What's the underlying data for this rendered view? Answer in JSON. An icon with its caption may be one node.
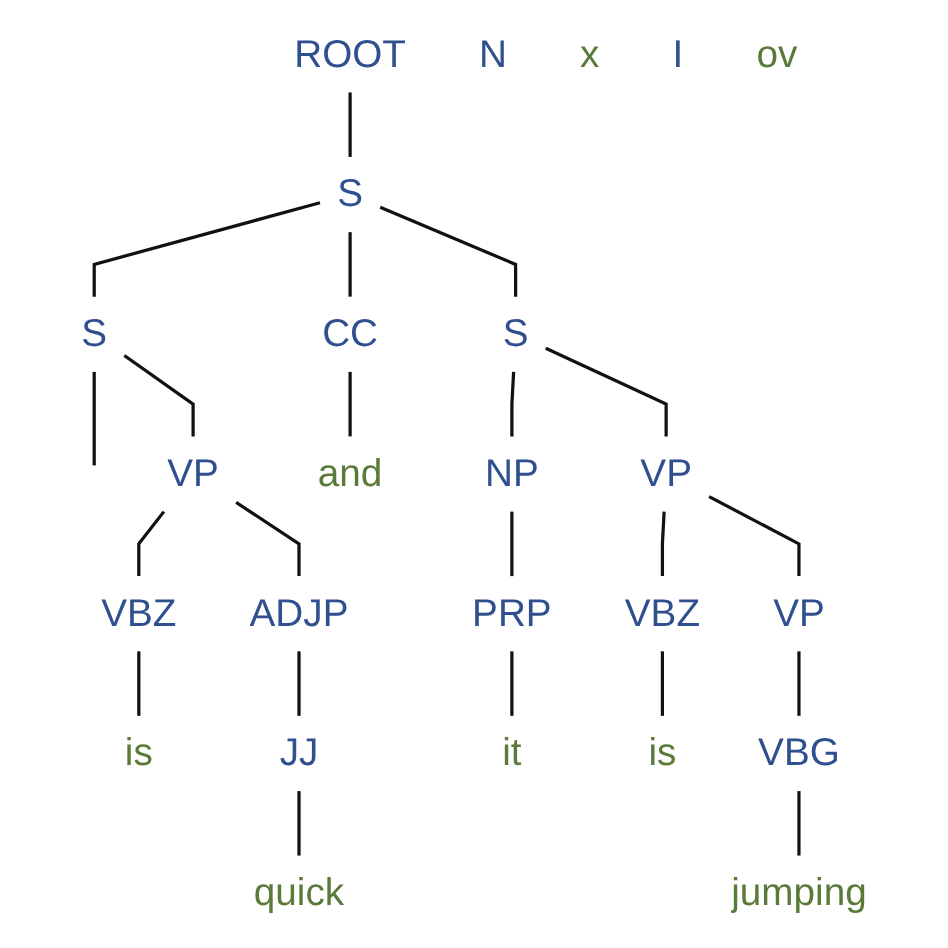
{
  "diagram": {
    "nodes": [
      {
        "text": [
          "ROOT"
        ]
      },
      {
        "text": [
          "S"
        ]
      },
      {
        "text": [
          "S"
        ]
      },
      {
        "text": [
          "CC"
        ]
      },
      {
        "text": [
          "S"
        ]
      },
      {
        "text": [
          "and"
        ]
      },
      {
        "text": [
          "VP"
        ]
      },
      {
        "text": [
          "N"
        ]
      },
      {
        "text": [
          "x"
        ]
      },
      {
        "text": [
          "VBZ"
        ]
      },
      {
        "text": [
          "ADJP"
        ]
      },
      {
        "text": [
          "is"
        ]
      },
      {
        "text": [
          "JJ"
        ]
      },
      {
        "text": [
          "quick"
        ]
      },
      {
        "text": [
          "NP"
        ]
      },
      {
        "text": [
          "VP"
        ]
      },
      {
        "text": [
          "PRP"
        ]
      },
      {
        "text": [
          "it"
        ]
      },
      {
        "text": [
          "VBZ"
        ]
      },
      {
        "text": [
          "VP"
        ]
      },
      {
        "text": [
          "is"
        ]
      },
      {
        "text": [
          "VBG"
        ]
      },
      {
        "text": [
          "jumping"
        ]
      },
      {
        "text": [
          "I"
        ]
      },
      {
        "text": [
          "ov"
        ]
      }
    ],
    "edges": [
      {
        "from": 0,
        "to": 1,
        "arrow": "none"
      },
      {
        "from": 1,
        "to": 2,
        "arrow": "none"
      },
      {
        "from": 1,
        "to": 3,
        "arrow": "none"
      },
      {
        "from": 1,
        "to": 4,
        "arrow": "none"
      },
      {
        "from": 2,
        "to": null,
        "arrow": "none"
      },
      {
        "from": 2,
        "to": 6,
        "arrow": "none"
      },
      {
        "from": 3,
        "to": 5,
        "arrow": "none"
      },
      {
        "from": 4,
        "to": 14,
        "arrow": "none"
      },
      {
        "from": 4,
        "to": 15,
        "arrow": "none"
      },
      {
        "from": 6,
        "to": 9,
        "arrow": "none"
      },
      {
        "from": 6,
        "to": 10,
        "arrow": "none"
      },
      {
        "from": 9,
        "to": 11,
        "arrow": "none"
      },
      {
        "from": 10,
        "to": 12,
        "arrow": "none"
      },
      {
        "from": 12,
        "to": 13,
        "arrow": "none"
      },
      {
        "from": 14,
        "to": 16,
        "arrow": "none"
      },
      {
        "from": 16,
        "to": 17,
        "arrow": "none"
      },
      {
        "from": 15,
        "to": 18,
        "arrow": "none"
      },
      {
        "from": 15,
        "to": 19,
        "arrow": "none"
      },
      {
        "from": 18,
        "to": 20,
        "arrow": "none"
      },
      {
        "from": 19,
        "to": 21,
        "arrow": "none"
      },
      {
        "from": 21,
        "to": 22,
        "arrow": "none"
      }
    ]
  }
}
